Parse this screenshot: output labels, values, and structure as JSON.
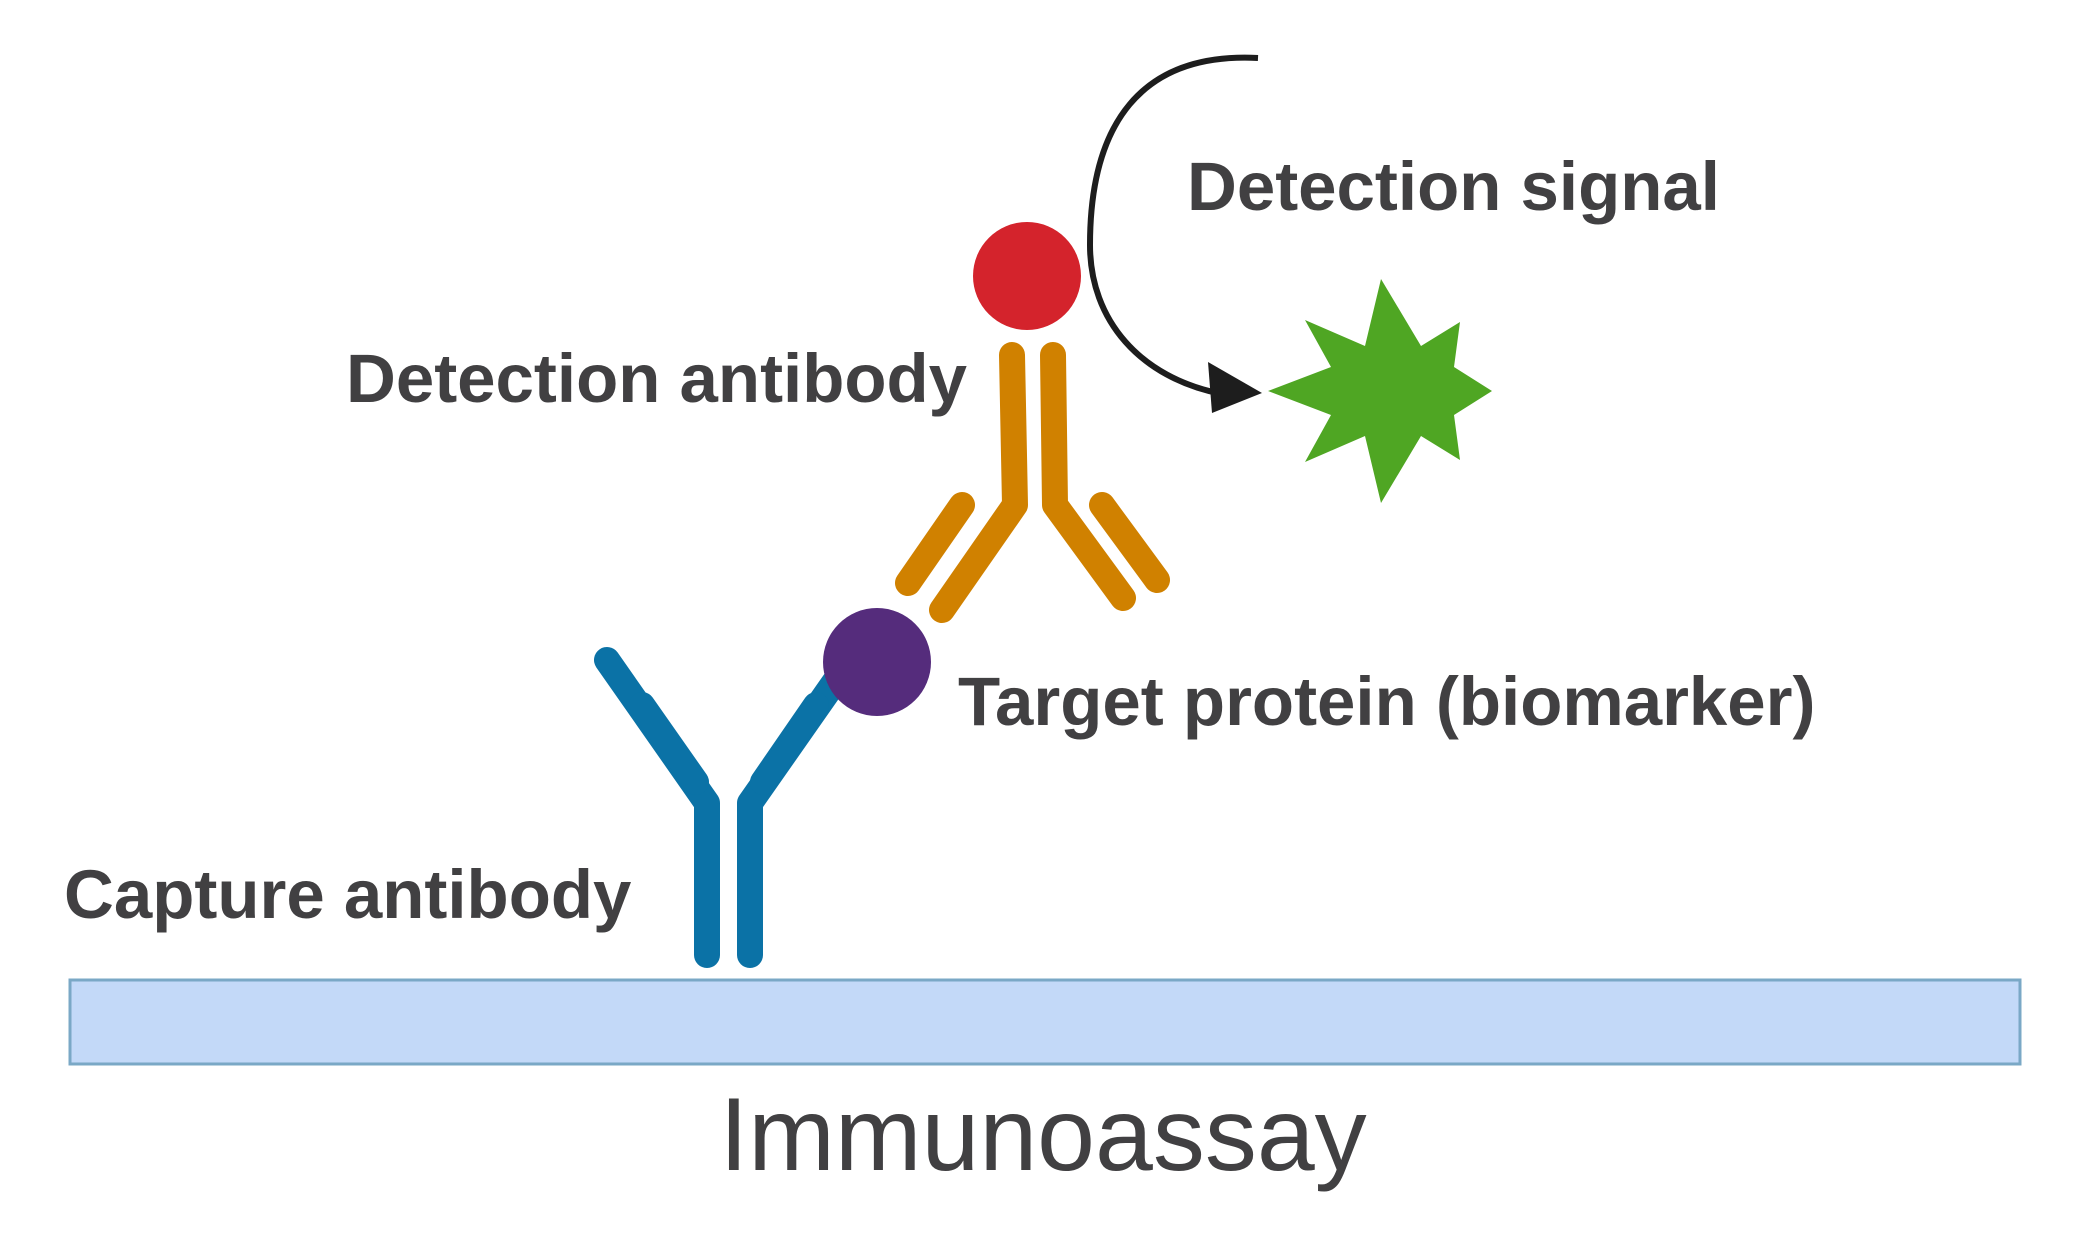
{
  "labels": {
    "detection_signal": "Detection signal",
    "detection_antibody": "Detection antibody",
    "target_protein": "Target protein (biomarker)",
    "capture_antibody": "Capture antibody",
    "title": "Immunoassay"
  },
  "colors": {
    "text": "#414042",
    "capture_antibody": "#0b72a6",
    "detection_antibody": "#d08100",
    "target_protein": "#552c7c",
    "detection_label": "#d4232c",
    "signal_star": "#4fa623",
    "arrow": "#1d1d1d",
    "plate_fill": "#c3d9f8",
    "plate_stroke": "#7aa8c6"
  },
  "icons": {
    "capture_antibody": "y-shaped-antibody-icon",
    "detection_antibody": "y-shaped-antibody-icon",
    "target_protein": "circle-icon",
    "detection_label": "circle-icon",
    "signal": "star-burst-icon",
    "arrow": "curved-arrow-icon"
  }
}
